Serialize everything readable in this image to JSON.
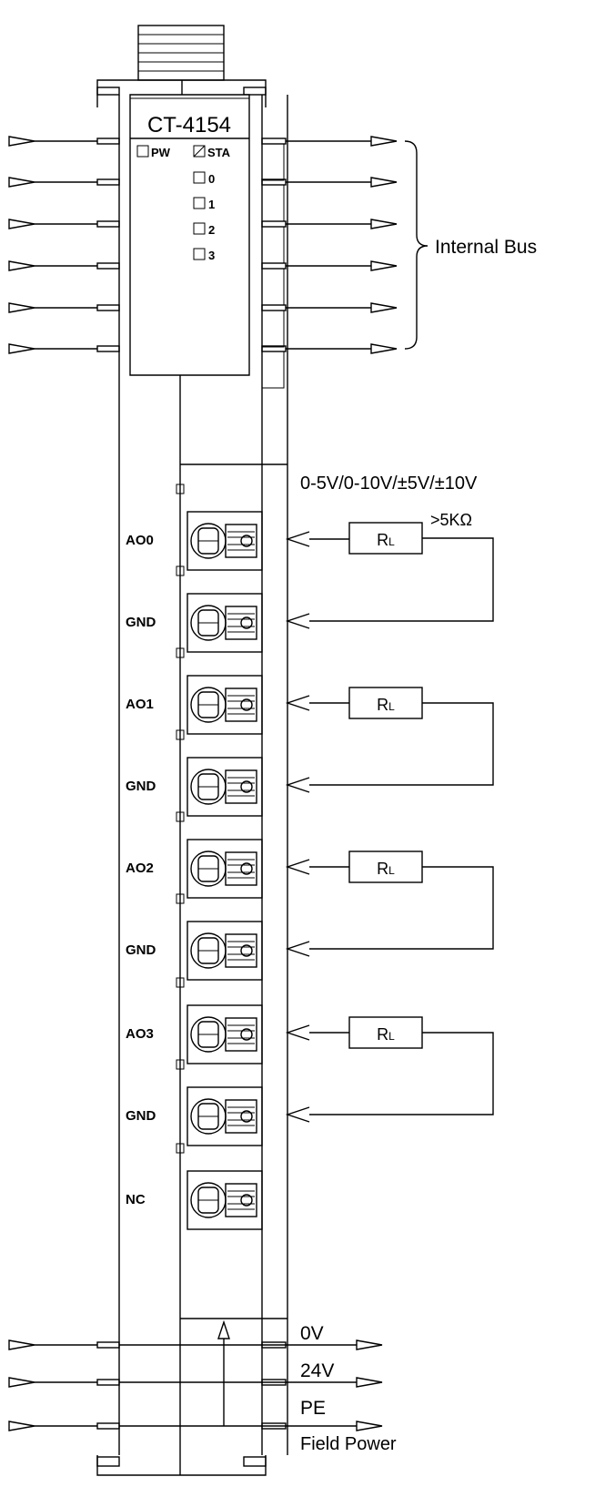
{
  "module": {
    "model": "CT-4154",
    "leds": {
      "power": "PW",
      "status": "STA",
      "channels": [
        "0",
        "1",
        "2",
        "3"
      ]
    }
  },
  "bus": {
    "label": "Internal Bus"
  },
  "output": {
    "range": "0-5V/0-10V/±5V/±10V",
    "load_min": ">5KΩ",
    "load_main": "R",
    "load_sub": "L"
  },
  "terminals": [
    "AO0",
    "GND",
    "AO1",
    "GND",
    "AO2",
    "GND",
    "AO3",
    "GND",
    "NC"
  ],
  "field_power": {
    "title": "Field Power",
    "rails": [
      "0V",
      "24V",
      "PE"
    ]
  }
}
